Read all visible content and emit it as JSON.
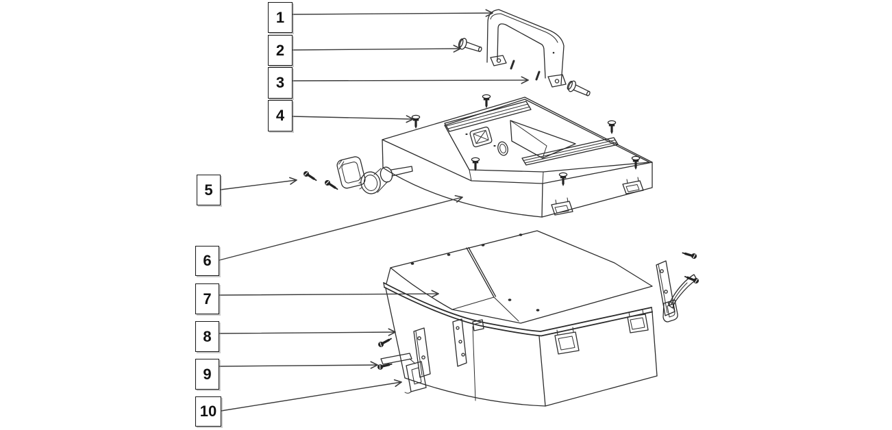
{
  "diagram": {
    "kind": "exploded-parts-diagram",
    "colors": {
      "background": "#ffffff",
      "line": "#2b2b2b",
      "leader_line": "#3a3a3a",
      "callout_border": "#141414",
      "callout_text": "#111111"
    },
    "callouts": [
      {
        "label": "1"
      },
      {
        "label": "2"
      },
      {
        "label": "3"
      },
      {
        "label": "4"
      },
      {
        "label": "5"
      },
      {
        "label": "6"
      },
      {
        "label": "7"
      },
      {
        "label": "8"
      },
      {
        "label": "9"
      },
      {
        "label": "10"
      }
    ]
  }
}
